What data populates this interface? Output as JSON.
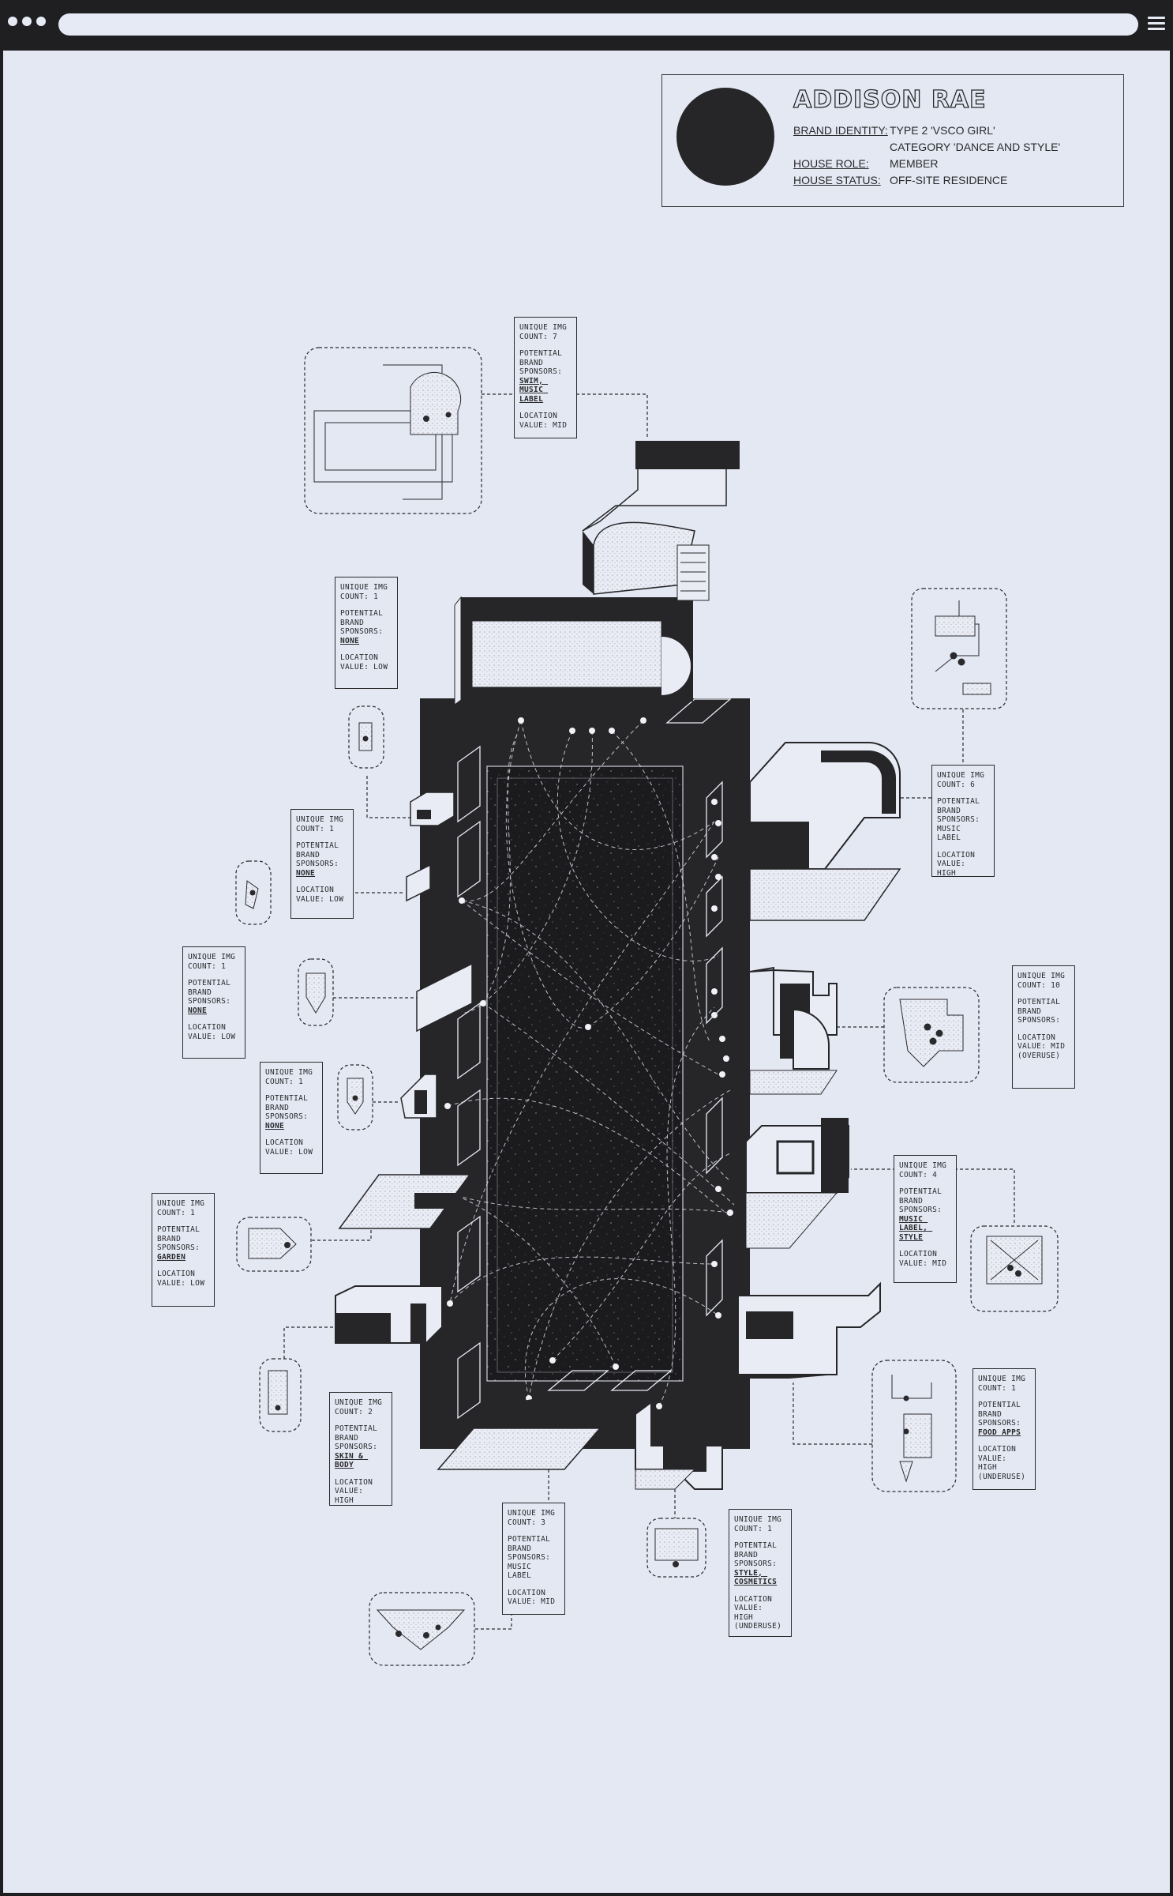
{
  "profile": {
    "name": "ADDISON RAE",
    "rows": [
      {
        "key": "BRAND IDENTITY:",
        "value": "TYPE 2 'VSCO GIRL'"
      },
      {
        "key": "",
        "value": "CATEGORY 'DANCE AND STYLE'"
      },
      {
        "key": "HOUSE ROLE:",
        "value": "MEMBER"
      },
      {
        "key": "HOUSE STATUS:",
        "value": "OFF-SITE RESIDENCE"
      }
    ]
  },
  "labels": {
    "img_count": "UNIQUE IMG COUNT:",
    "sponsors": "POTENTIAL BRAND SPONSORS:",
    "location": "LOCATION VALUE:"
  },
  "cards": [
    {
      "count": "7",
      "sponsors": "SWIM, MUSIC LABEL",
      "value": "MID"
    },
    {
      "count": "1",
      "sponsors": "NONE",
      "value": "LOW"
    },
    {
      "count": "6",
      "sponsors": "MUSIC LABEL",
      "value": "HIGH"
    },
    {
      "count": "1",
      "sponsors": "NONE",
      "value": "LOW"
    },
    {
      "count": "1",
      "sponsors": "NONE",
      "value": "LOW"
    },
    {
      "count": "10",
      "sponsors": "",
      "value": "MID (OVERUSE)"
    },
    {
      "count": "1",
      "sponsors": "NONE",
      "value": "LOW"
    },
    {
      "count": "1",
      "sponsors": "GARDEN",
      "value": "LOW"
    },
    {
      "count": "4",
      "sponsors": "MUSIC LABEL, STYLE",
      "value": "MID"
    },
    {
      "count": "1",
      "sponsors": "FOOD APPS",
      "value": "HIGH (UNDERUSE)"
    },
    {
      "count": "2",
      "sponsors": "SKIN & BODY",
      "value": "HIGH"
    },
    {
      "count": "3",
      "sponsors": "MUSIC LABEL",
      "value": "MID"
    },
    {
      "count": "1",
      "sponsors": "STYLE, COSMETICS",
      "value": "HIGH (UNDERUSE)"
    }
  ],
  "colors": {
    "ink": "#262629",
    "paper": "#e4e8f3",
    "frame": "#1f1f22"
  }
}
